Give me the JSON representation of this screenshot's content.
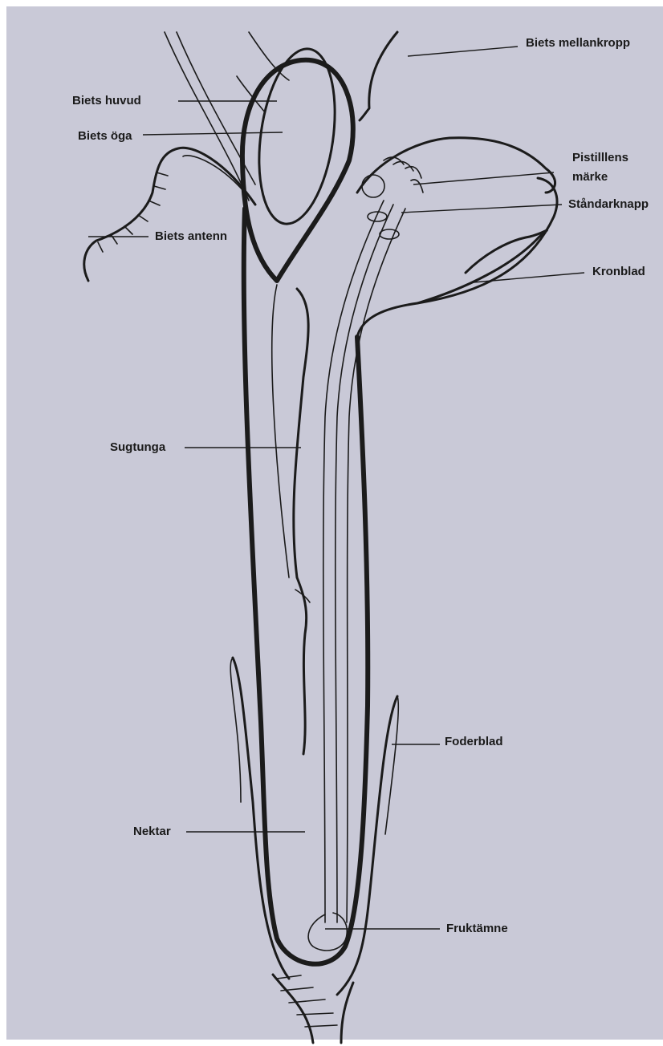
{
  "colors": {
    "paper": "#c9c9d7",
    "ink": "#1b1b1b",
    "frame": "#ffffff"
  },
  "labels": {
    "biets_mellankropp": "Biets mellankropp",
    "biets_huvud": "Biets huvud",
    "biets_oga": "Biets öga",
    "pistillens_line1": "Pistilllens",
    "pistillens_line2": "märke",
    "standarknapp": "Ståndarknapp",
    "biets_antenn": "Biets antenn",
    "kronblad": "Kronblad",
    "sugtunga": "Sugtunga",
    "foderblad": "Foderblad",
    "nektar": "Nektar",
    "fruktamne": "Fruktämne"
  }
}
